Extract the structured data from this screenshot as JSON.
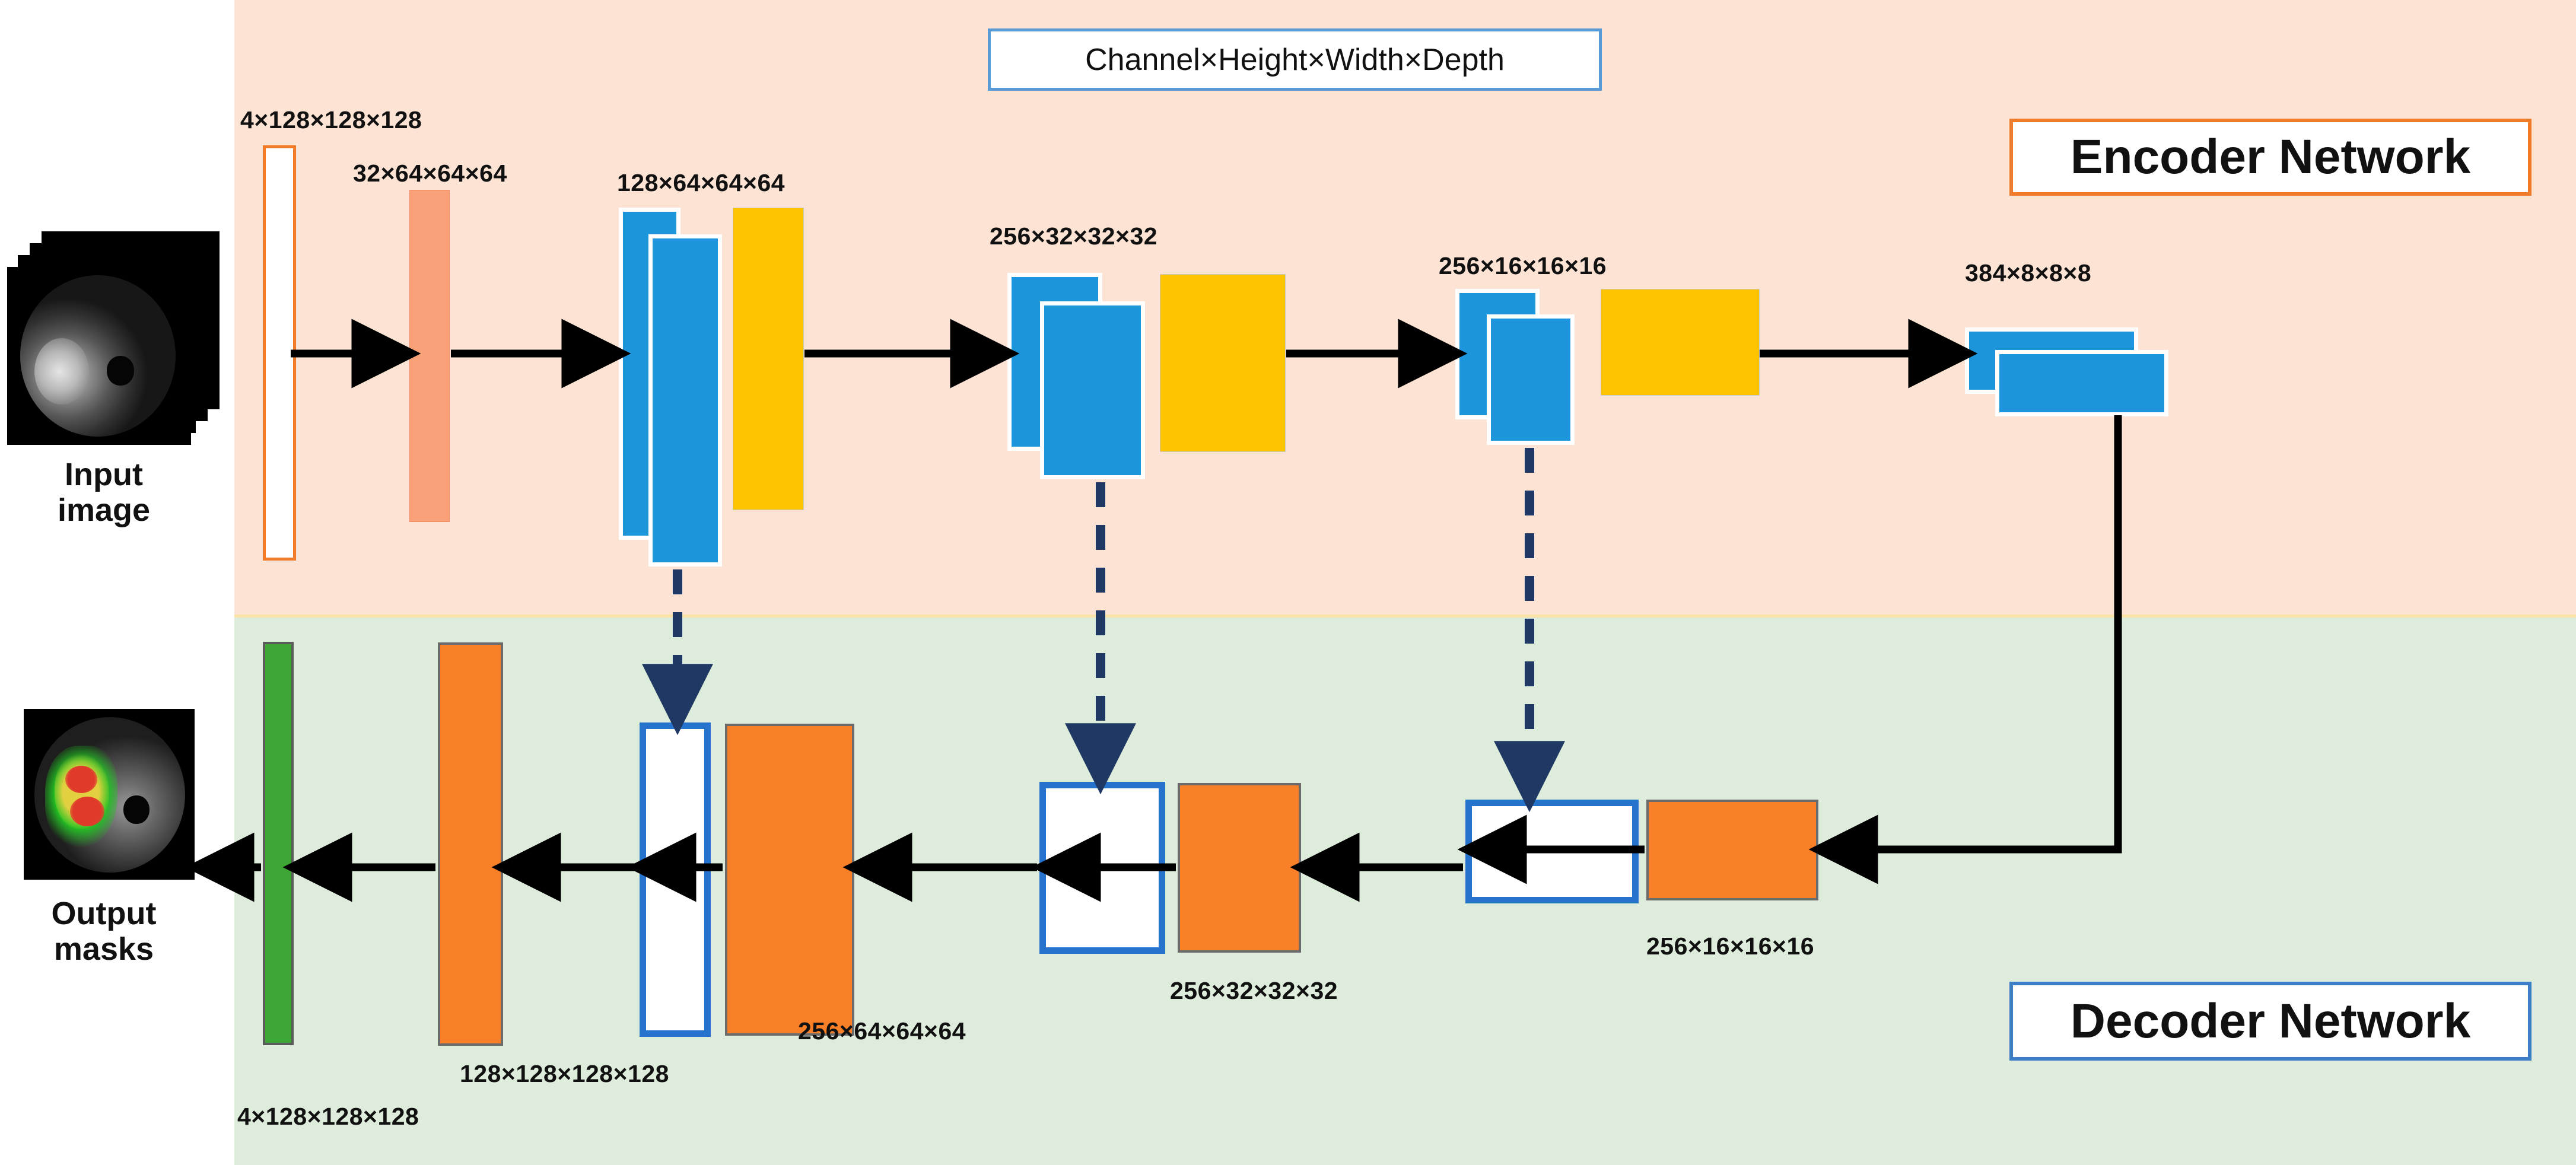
{
  "legend": {
    "text": "Channel×Height×Width×Depth"
  },
  "titles": {
    "encoder": "Encoder Network",
    "decoder": "Decoder Network"
  },
  "io": {
    "input_caption": "Input\nimage",
    "output_caption": "Output\nmasks"
  },
  "encoder_labels": [
    {
      "id": "enc-input",
      "text": "4×128×128×128"
    },
    {
      "id": "enc-stage1",
      "text": "32×64×64×64"
    },
    {
      "id": "enc-stage2",
      "text": "128×64×64×64"
    },
    {
      "id": "enc-stage3",
      "text": "256×32×32×32"
    },
    {
      "id": "enc-stage4",
      "text": "256×16×16×16"
    },
    {
      "id": "enc-bottleneck",
      "text": "384×8×8×8"
    }
  ],
  "decoder_labels": [
    {
      "id": "dec-stage1",
      "text": "256×16×16×16"
    },
    {
      "id": "dec-stage2",
      "text": "256×32×32×32"
    },
    {
      "id": "dec-stage3",
      "text": "256×64×64×64"
    },
    {
      "id": "dec-stage4",
      "text": "128×128×128×128"
    },
    {
      "id": "dec-output",
      "text": "4×128×128×128"
    }
  ],
  "colors": {
    "encoder_background": "#FCE3D3",
    "decoder_background": "#DEEDDB",
    "conv_blue": "#1C95DB",
    "pool_gold": "#FDC300",
    "upsample_orange": "#F97F28",
    "output_green": "#3FA535",
    "input_salmon": "#F9A178",
    "skip_navy": "#1F3864",
    "encoder_border": "#F07B28",
    "decoder_border": "#2673CE"
  },
  "chart_data": {
    "type": "diagram",
    "title": "3D U-Net Encoder-Decoder Architecture for Brain Tumor Segmentation",
    "encoder_stages": [
      {
        "name": "input",
        "shape": "4×128×128×128",
        "blocks": [
          "input-volume"
        ]
      },
      {
        "name": "stage1",
        "shape": "32×64×64×64",
        "blocks": [
          "salmon-conv"
        ]
      },
      {
        "name": "stage2",
        "shape": "128×64×64×64",
        "blocks": [
          "conv",
          "conv",
          "pool"
        ]
      },
      {
        "name": "stage3",
        "shape": "256×32×32×32",
        "blocks": [
          "conv",
          "conv",
          "pool"
        ]
      },
      {
        "name": "stage4",
        "shape": "256×16×16×16",
        "blocks": [
          "conv",
          "conv",
          "pool"
        ]
      },
      {
        "name": "bottleneck",
        "shape": "384×8×8×8",
        "blocks": [
          "conv",
          "conv"
        ]
      }
    ],
    "decoder_stages": [
      {
        "name": "stage1",
        "shape": "256×16×16×16",
        "blocks": [
          "skip-concat",
          "upsample"
        ]
      },
      {
        "name": "stage2",
        "shape": "256×32×32×32",
        "blocks": [
          "skip-concat",
          "upsample"
        ]
      },
      {
        "name": "stage3",
        "shape": "256×64×64×64",
        "blocks": [
          "skip-concat",
          "upsample"
        ]
      },
      {
        "name": "stage4",
        "shape": "128×128×128×128",
        "blocks": [
          "upsample"
        ]
      },
      {
        "name": "output",
        "shape": "4×128×128×128",
        "blocks": [
          "segmentation-head"
        ]
      }
    ],
    "skip_connections": [
      {
        "from": "encoder stage2 (128×64×64×64)",
        "to": "decoder stage3 (256×64×64×64)"
      },
      {
        "from": "encoder stage3 (256×32×32×32)",
        "to": "decoder stage2 (256×32×32×32)"
      },
      {
        "from": "encoder stage4 (256×16×16×16)",
        "to": "decoder stage1 (256×16×16×16)"
      }
    ]
  }
}
